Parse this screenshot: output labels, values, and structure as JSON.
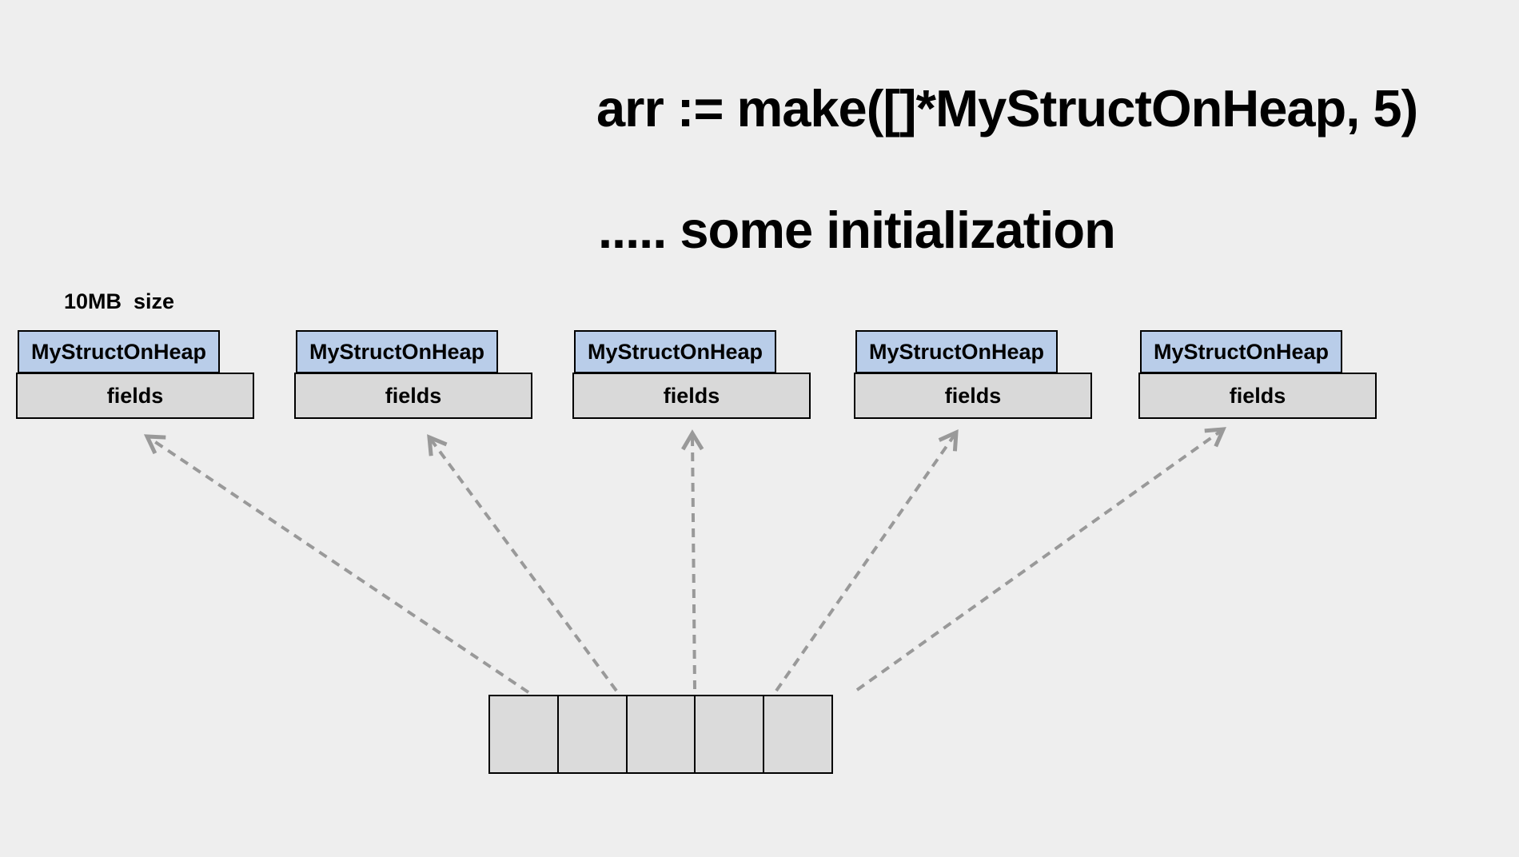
{
  "code": {
    "line1": "arr := make([]*MyStructOnHeap, 5)",
    "line2": "..... some initialization"
  },
  "heap": {
    "size_label": "10MB  size",
    "structs": [
      {
        "header": "MyStructOnHeap",
        "body": "fields"
      },
      {
        "header": "MyStructOnHeap",
        "body": "fields"
      },
      {
        "header": "MyStructOnHeap",
        "body": "fields"
      },
      {
        "header": "MyStructOnHeap",
        "body": "fields"
      },
      {
        "header": "MyStructOnHeap",
        "body": "fields"
      }
    ]
  },
  "slice_array": {
    "cell_count": 5,
    "cells": [
      "",
      "",
      "",
      "",
      ""
    ]
  },
  "colors": {
    "background": "#eeeeee",
    "struct_header_fill": "#b9cde9",
    "struct_body_fill": "#d9d9d9",
    "slice_fill": "#dbdbdb",
    "border": "#000000",
    "arrow": "#999999",
    "text": "#000000"
  }
}
